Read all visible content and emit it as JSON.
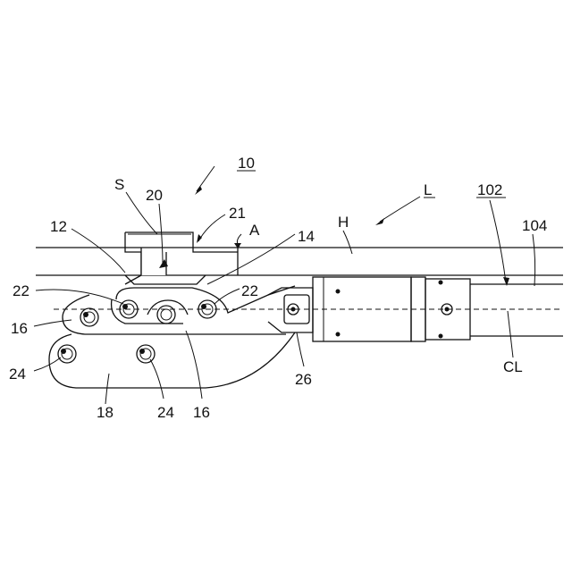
{
  "labels": {
    "device": "10",
    "s": "S",
    "part20": "20",
    "part21": "21",
    "part12": "12",
    "arrowA": "A",
    "part14": "14",
    "h": "H",
    "l": "L",
    "part102": "102",
    "part104": "104",
    "part22_left": "22",
    "part22_right": "22",
    "part16_left": "16",
    "part16_bottom": "16",
    "part24_left": "24",
    "part24_bottom": "24",
    "part18": "18",
    "part26": "26",
    "cl": "CL"
  }
}
